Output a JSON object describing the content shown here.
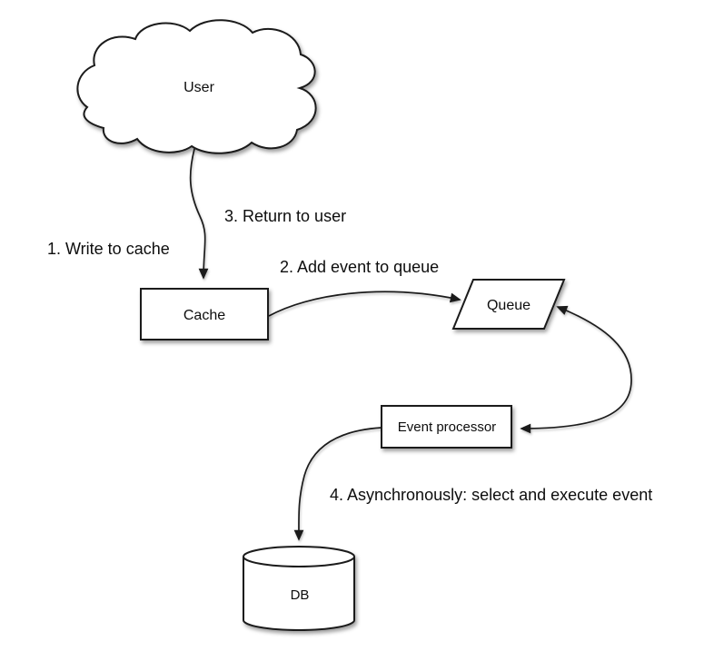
{
  "diagram": {
    "type": "flow-diagram",
    "subject": "write-behind cache with event queue",
    "nodes": [
      {
        "id": "user",
        "shape": "cloud",
        "label": "User"
      },
      {
        "id": "cache",
        "shape": "rectangle",
        "label": "Cache"
      },
      {
        "id": "queue",
        "shape": "parallelogram",
        "label": "Queue"
      },
      {
        "id": "event-processor",
        "shape": "rectangle",
        "label": "Event processor"
      },
      {
        "id": "db",
        "shape": "cylinder",
        "label": "DB"
      }
    ],
    "edges": [
      {
        "from": "user",
        "to": "cache",
        "direction": "one-way",
        "label": "1. Write to cache"
      },
      {
        "from": "cache",
        "to": "queue",
        "direction": "one-way",
        "label": "2. Add event to queue"
      },
      {
        "from": "cache",
        "to": "user",
        "direction": "one-way",
        "label": "3. Return to user"
      },
      {
        "from": "queue",
        "to": "event-processor",
        "direction": "two-way",
        "label": ""
      },
      {
        "from": "event-processor",
        "to": "db",
        "direction": "one-way",
        "label": "4. Asynchronously: select and execute event"
      }
    ],
    "annotations": [
      {
        "step": 1,
        "text": "1. Write to cache"
      },
      {
        "step": 2,
        "text": "2. Add event to queue"
      },
      {
        "step": 3,
        "text": "3. Return to user"
      },
      {
        "step": 4,
        "text": "4. Asynchronously: select and execute event"
      }
    ],
    "colors": {
      "background": "#ffffff",
      "shape_fill": "#ffffff",
      "stroke": "#1b1b1b",
      "text": "#0d0d0d"
    }
  }
}
